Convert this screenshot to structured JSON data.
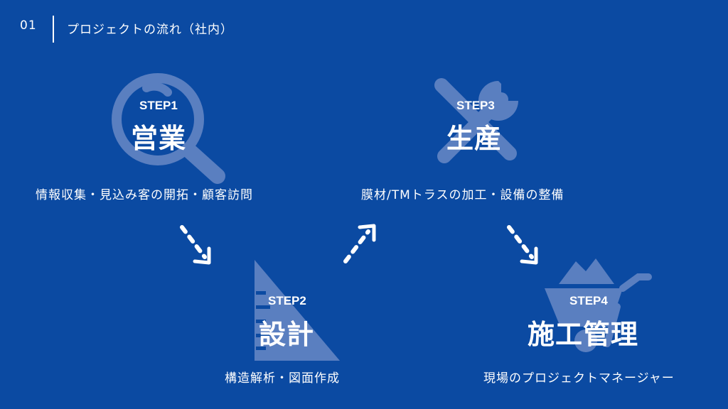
{
  "header": {
    "page_number": "01",
    "title": "プロジェクトの流れ（社内）"
  },
  "steps": [
    {
      "num": "STEP1",
      "name": "営業",
      "desc": "情報収集・見込み客の開拓・顧客訪問",
      "icon": "search-icon"
    },
    {
      "num": "STEP2",
      "name": "設計",
      "desc": "構造解析・図面作成",
      "icon": "triangle-ruler-icon"
    },
    {
      "num": "STEP3",
      "name": "生産",
      "desc": "膜材/TMトラスの加工・設備の整備",
      "icon": "tools-icon"
    },
    {
      "num": "STEP4",
      "name": "施工管理",
      "desc": "現場のプロジェクトマネージャー",
      "icon": "wheelbarrow-icon"
    }
  ],
  "colors": {
    "background": "#0b4aa2",
    "icon_fill": "#5a7fc0",
    "text": "#ffffff"
  }
}
